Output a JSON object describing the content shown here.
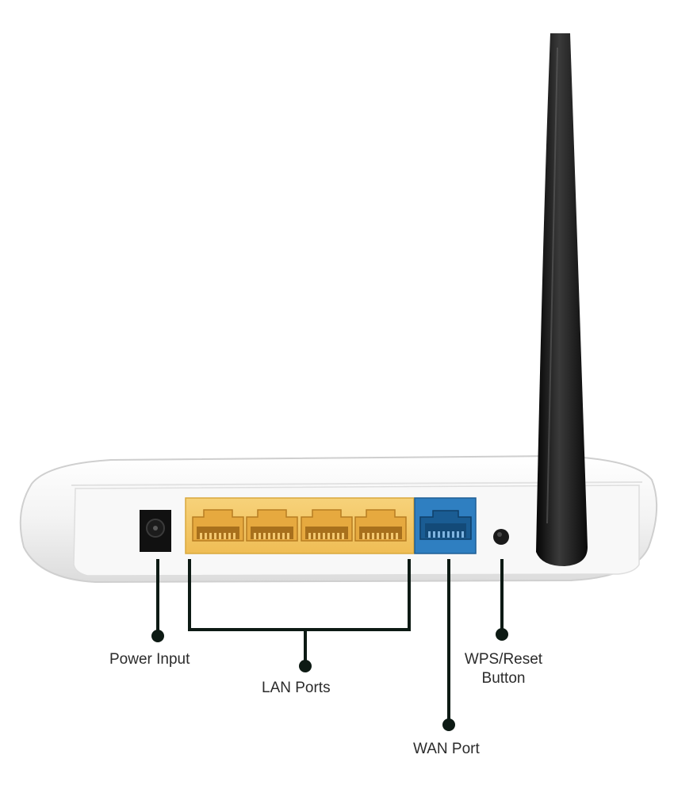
{
  "labels": {
    "power_input": "Power Input",
    "lan_ports": "LAN Ports",
    "wan_port": "WAN Port",
    "wps_reset_line1": "WPS/Reset",
    "wps_reset_line2": "Button"
  },
  "colors": {
    "lan_ports": "#f5c96a",
    "wan_port": "#2f7fc1",
    "antenna": "#101010",
    "callout_line": "#0d1a14",
    "router_body": "#f4f4f4"
  }
}
